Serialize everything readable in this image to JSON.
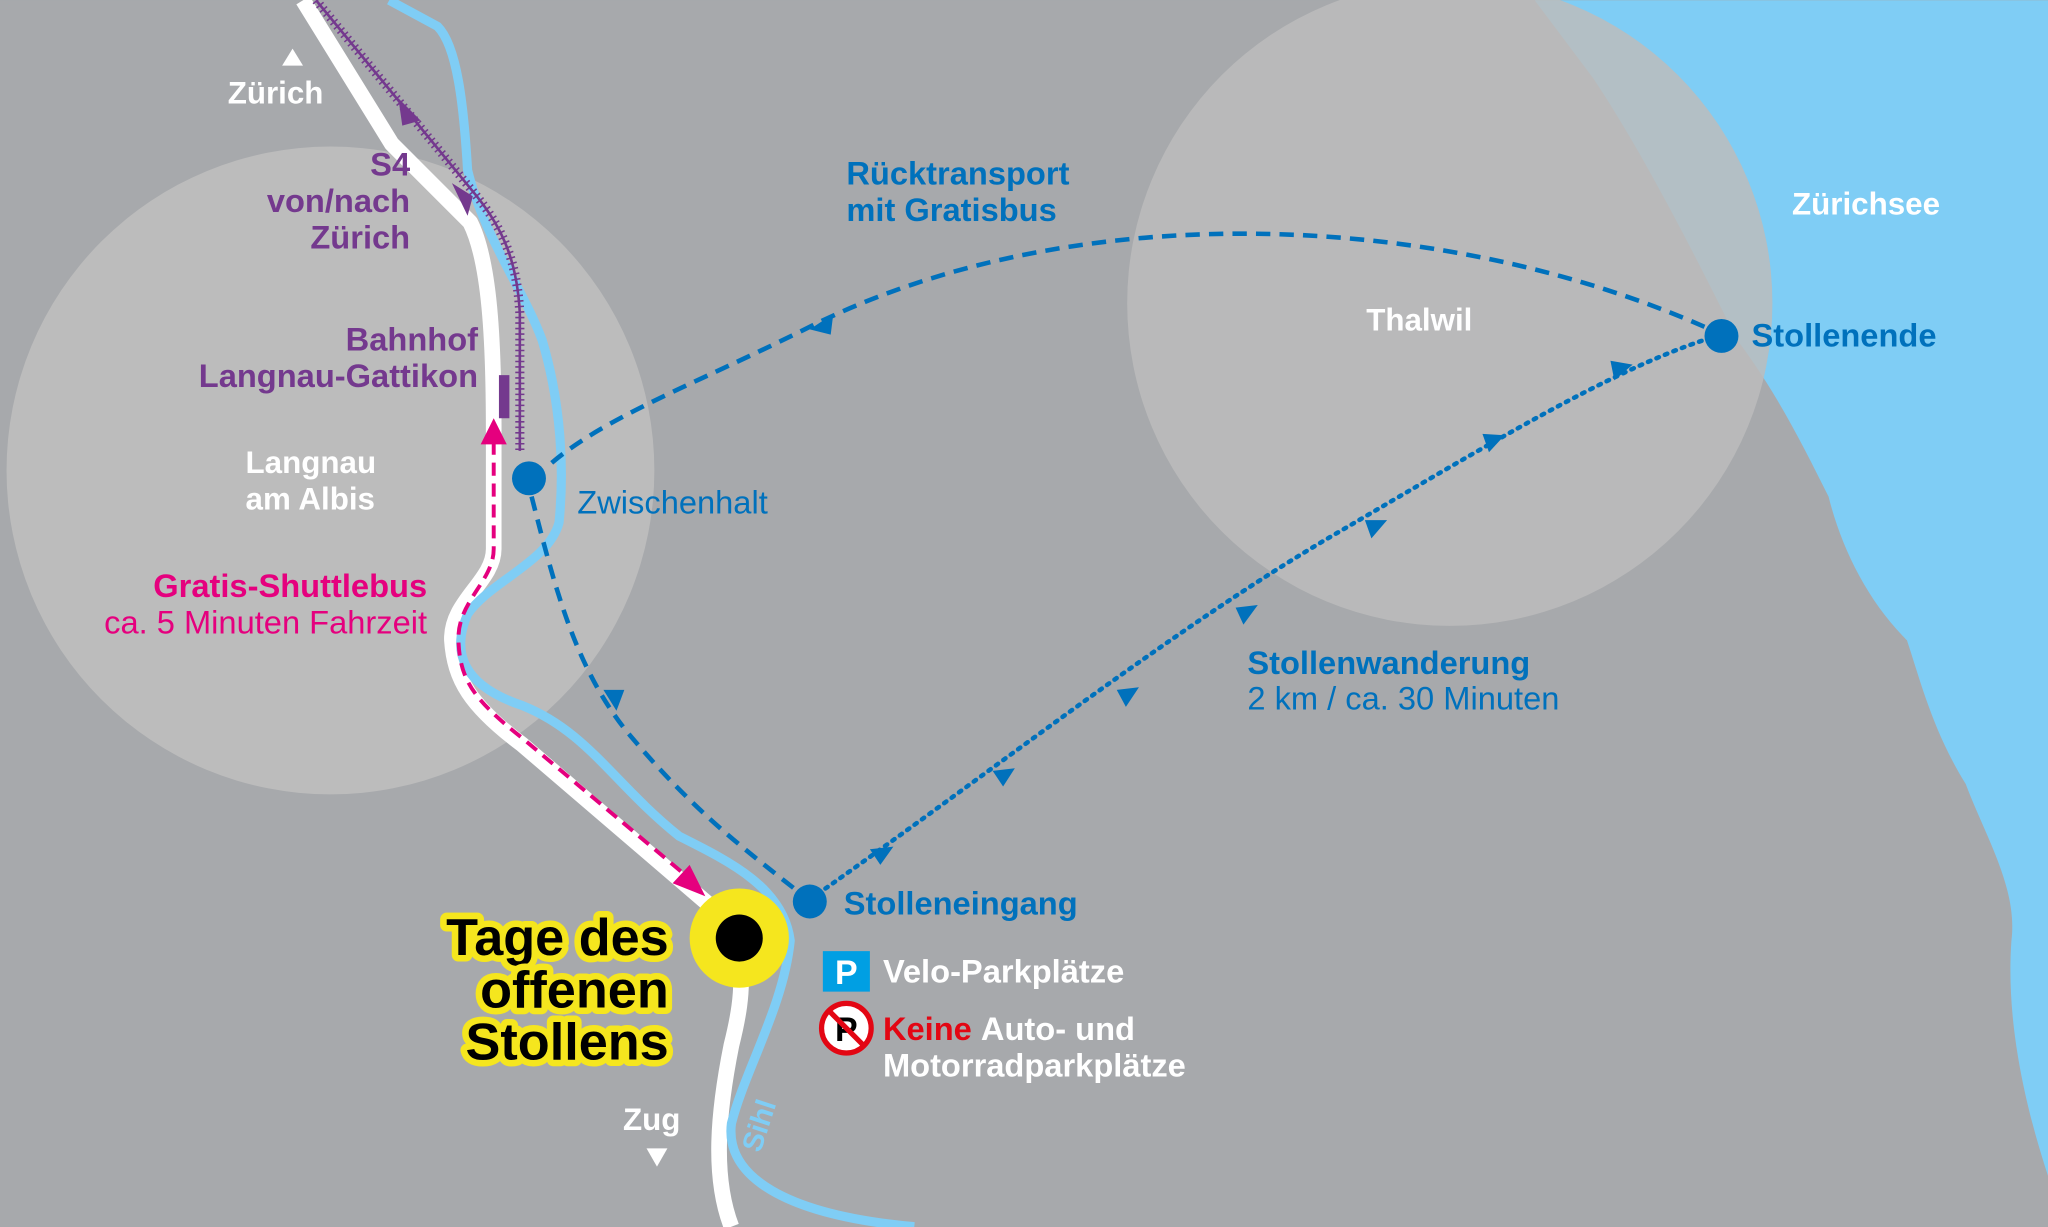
{
  "colors": {
    "background": "#a7a9ac",
    "lake": "#7fcdf5",
    "circle": "#bcbcbc",
    "blue": "#0071bc",
    "purple": "#74398e",
    "pink": "#e5007e",
    "yellow": "#f5e61e",
    "red": "#e30613",
    "white": "#ffffff"
  },
  "labels": {
    "zurich_direction": "Zürich",
    "zug_direction": "Zug",
    "s4_line1": "S4",
    "s4_line2": "von/nach",
    "s4_line3": "Zürich",
    "station_line1": "Bahnhof",
    "station_line2": "Langnau-Gattikon",
    "town_langnau_1": "Langnau",
    "town_langnau_2": "am Albis",
    "shuttle_title": "Gratis-Shuttlebus",
    "shuttle_sub": "ca. 5 Minuten Fahrzeit",
    "zwischenhalt": "Zwischenhalt",
    "ruecktransport_1": "Rücktransport",
    "ruecktransport_2": "mit Gratisbus",
    "zurichsee": "Zürichsee",
    "thalwil": "Thalwil",
    "stollenende": "Stollenende",
    "wanderung_title": "Stollenwanderung",
    "wanderung_sub": "2 km / ca. 30 Minuten",
    "stolleneingang": "Stolleneingang",
    "event_1": "Tage des",
    "event_2": "offenen",
    "event_3": "Stollens",
    "velo_parking": "Velo-Parkplätze",
    "parking_icon": "P",
    "no_parking_keine": "Keine",
    "no_parking_rest1": "Auto- und",
    "no_parking_rest2": "Motorradparkplätze",
    "river": "Sihl"
  }
}
